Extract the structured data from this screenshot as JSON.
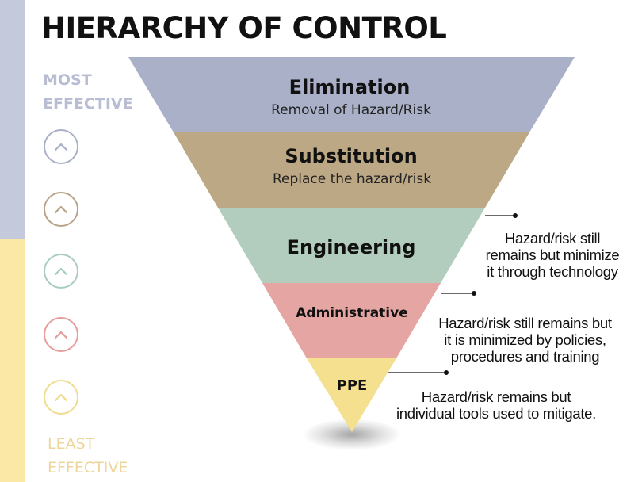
{
  "title": "HIERARCHY OF CONTROL",
  "scale": {
    "most_label": [
      "MOST",
      "EFFECTIVE"
    ],
    "least_label": [
      "LEAST",
      "EFFECTIVE"
    ],
    "circles": [
      {
        "icon": "chevron-up-icon",
        "color": "#a9b0c8"
      },
      {
        "icon": "chevron-up-icon",
        "color": "#b9a489"
      },
      {
        "icon": "chevron-up-icon",
        "color": "#a9cdbd"
      },
      {
        "icon": "chevron-up-icon",
        "color": "#e69c9c"
      },
      {
        "icon": "chevron-up-icon",
        "color": "#efdc8e"
      }
    ]
  },
  "levels": [
    {
      "title": "Elimination",
      "subtitle": "Removal of Hazard/Risk",
      "color": "#a9b0c8"
    },
    {
      "title": "Substitution",
      "subtitle": "Replace the hazard/risk",
      "color": "#bda885"
    },
    {
      "title": "Engineering",
      "subtitle": "",
      "color": "#b2ccbd",
      "note": [
        "Hazard/risk still",
        "remains but minimize",
        "it through technology"
      ]
    },
    {
      "title": "Administrative",
      "subtitle": "",
      "color": "#e4a5a3",
      "note": [
        "Hazard/risk still remains but",
        "it is minimized by policies,",
        "procedures and training"
      ]
    },
    {
      "title": "PPE",
      "subtitle": "",
      "color": "#f4e08f",
      "note": [
        "Hazard/risk remains but",
        "individual tools used to mitigate."
      ]
    }
  ],
  "colors": {
    "top_bar": "#c5c9dc",
    "bottom_bar": "#fbe7a6",
    "connector": "#111111"
  }
}
